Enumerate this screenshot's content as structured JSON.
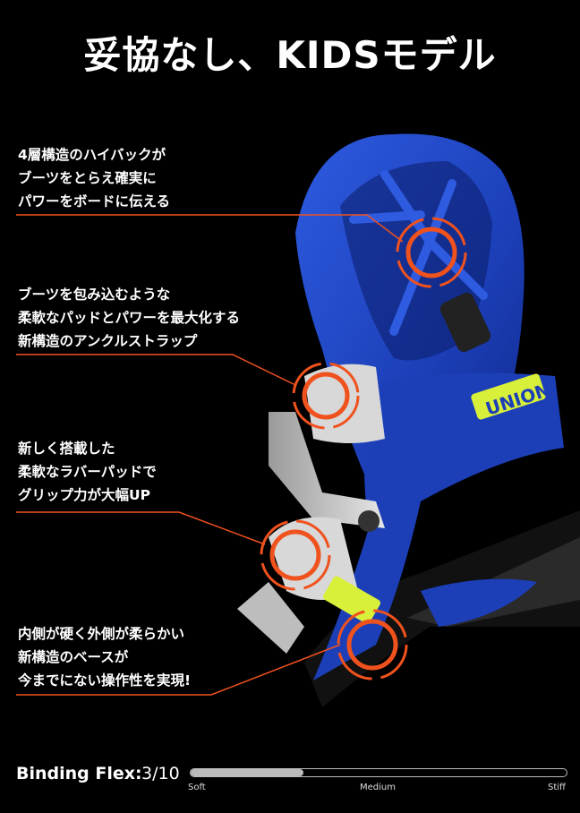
{
  "title": "妥協なし、KIDSモデル",
  "callouts": [
    {
      "lines": [
        "4層構造のハイバックが",
        "ブーツをとらえ確実に",
        "パワーをボードに伝える"
      ]
    },
    {
      "lines": [
        "ブーツを包み込むような",
        "柔軟なパッドとパワーを最大化する",
        "新構造のアンクルストラップ"
      ]
    },
    {
      "lines": [
        "新しく搭載した",
        "柔軟なラバーパッドで",
        "グリップ力が大幅UP"
      ]
    },
    {
      "lines": [
        "内側が硬く外側が柔らかい",
        "新構造のベースが",
        "今までにない操作性を実現!"
      ]
    }
  ],
  "flex": {
    "label": "Binding Flex:",
    "value": "3/10",
    "level": 0.3,
    "ticks": [
      "Soft",
      "Medium",
      "Stiff"
    ]
  },
  "logo_text": "UNION",
  "colors": {
    "background": "#000000",
    "accent": "#f0521e",
    "binding_blue": "#1c3fb8",
    "logo_yellow": "#d9f03a"
  }
}
